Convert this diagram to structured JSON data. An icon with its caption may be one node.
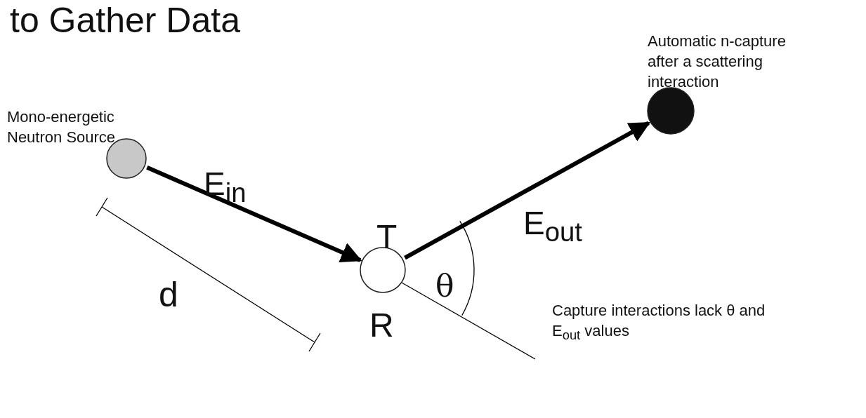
{
  "diagram": {
    "title": "to Gather Data",
    "nodes": [
      {
        "text": [],
        "shape": "circle",
        "beside": [
          "Mono-energetic Neutron Source"
        ]
      },
      {
        "text": [],
        "shape": "circle",
        "beside": [
          "T",
          "R"
        ]
      },
      {
        "text": [],
        "shape": "circle",
        "beside": [
          "Automatic n-capture after a scattering interaction"
        ]
      }
    ],
    "edges": [
      {
        "from": 0,
        "to": 1,
        "arrow": "to",
        "label": "E$_{in}$"
      },
      {
        "from": 1,
        "to": 2,
        "arrow": "to",
        "label": "E$_{out}$"
      }
    ],
    "labels": [
      "d",
      "θ",
      "Capture interactions lack θ and E$_{out}$ values"
    ]
  }
}
